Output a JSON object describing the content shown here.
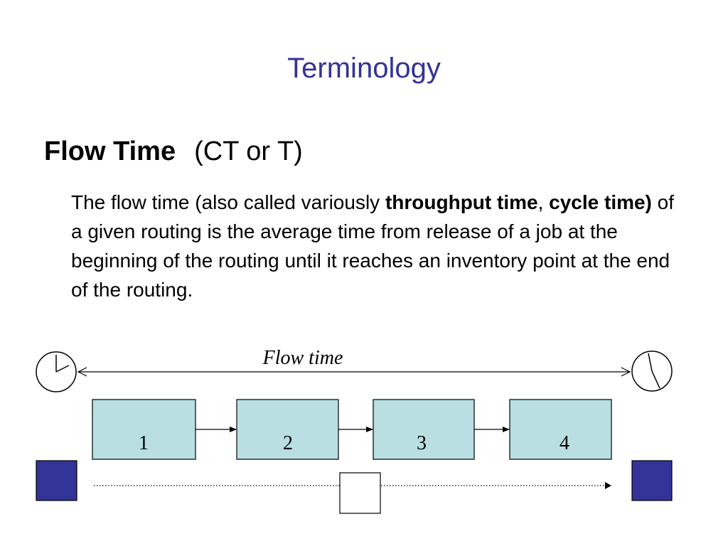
{
  "slide": {
    "title": "Terminology"
  },
  "heading": {
    "term": "Flow Time",
    "abbreviation": "(CT or T)"
  },
  "definition": {
    "part1": "The flow time (also called variously ",
    "bold1": "throughput time",
    "part2": ", ",
    "bold2": "cycle time)",
    "part3": " of a given routing is the average time from release of a job at the beginning of the routing until it reaches an inventory point at the end of the routing."
  },
  "diagram": {
    "flow_label": "Flow time",
    "stations": [
      "1",
      "2",
      "3",
      "4"
    ],
    "colors": {
      "station_fill": "#b9dfe2",
      "job_fill": "#333399",
      "title": "#333399"
    },
    "icons": {
      "start": "clock-icon",
      "end": "clock-icon",
      "job": "job-square-icon",
      "wip": "inventory-box-icon"
    }
  }
}
